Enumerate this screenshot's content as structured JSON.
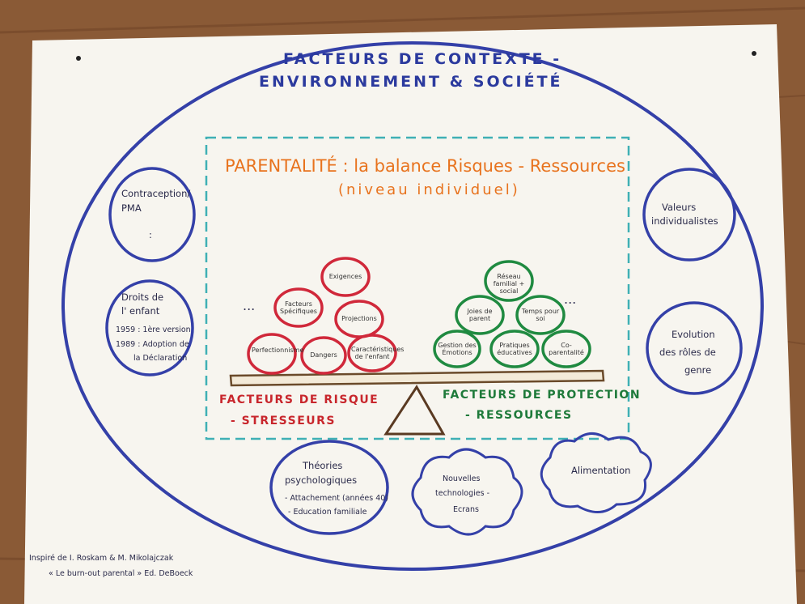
{
  "header": {
    "line1": "FACTEURS DE CONTEXTE -",
    "line2": "ENVIRONNEMENT & SOCIÉTÉ"
  },
  "center": {
    "title": "PARENTALITÉ : la balance Risques - Ressources",
    "subtitle": "(niveau individuel)"
  },
  "risk_side": {
    "ellipsis": "...",
    "bubbles": [
      "Exigences",
      "Facteurs Spécifiques",
      "Projections",
      "Perfectionnisme",
      "Dangers",
      "Caractéristiques de l'enfant"
    ],
    "label_line1": "FACTEURS DE RISQUE",
    "label_line2": "- STRESSEURS"
  },
  "protection_side": {
    "ellipsis": "...",
    "bubbles": [
      "Réseau familial + social",
      "Joies de parent",
      "Temps pour soi",
      "Gestion des Émotions",
      "Pratiques éducatives",
      "Co-parentalité"
    ],
    "label_line1": "FACTEURS DE PROTECTION",
    "label_line2": "- RESSOURCES"
  },
  "left_circles": {
    "contraception": {
      "line1": "Contraception/",
      "line2": "PMA",
      "dots": ":"
    },
    "droits": {
      "line1": "Droits de",
      "line2": "l' enfant",
      "line3": "1959 : 1ère version",
      "line4": "1989 : Adoption de",
      "line5": "la Déclaration"
    }
  },
  "right_circles": {
    "valeurs": {
      "line1": "Valeurs",
      "line2": "individualistes"
    },
    "evolution": {
      "line1": "Evolution",
      "line2": "des rôles de",
      "line3": "genre"
    }
  },
  "bottom_clouds": {
    "theories": {
      "line1": "Théories",
      "line2": "psychologiques",
      "line3": "- Attachement (années 40)",
      "line4": "- Education familiale"
    },
    "technologies": {
      "line1": "Nouvelles",
      "line2": "technologies -",
      "line3": "Ecrans"
    },
    "alimentation": {
      "line1": "Alimentation"
    }
  },
  "credit": {
    "line1": "Inspiré de I. Roskam & M. Mikolajczak",
    "line2": "« Le burn-out parental » Ed. DeBoeck"
  },
  "colors": {
    "blue_ink": "#2b3a9e",
    "orange_ink": "#e8731e",
    "red_ink": "#c8262c",
    "green_ink": "#1e7a3a",
    "dashed_teal": "#3fb0b5",
    "paper": "#f7f5ef",
    "wood": "#8a5a36"
  }
}
